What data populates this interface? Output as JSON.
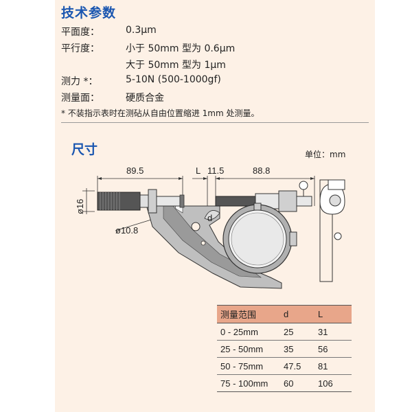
{
  "specs": {
    "title": "技术参数",
    "rows": [
      {
        "label": "平面度：",
        "value": "0.3μm"
      },
      {
        "label": "平行度：",
        "value": "小于 50mm 型为 0.6μm"
      },
      {
        "label": "",
        "value": "大于 50mm 型为 1μm"
      },
      {
        "label": "测力 *：",
        "value": "5-10N (500-1000gf)"
      },
      {
        "label": "测量面：",
        "value": "硬质合金"
      }
    ],
    "note": "* 不装指示表时在测砧从自由位置缩进 1mm 处测量。"
  },
  "dimensions": {
    "title": "尺寸",
    "unit": "单位：mm",
    "labels": {
      "left_length": "89.5",
      "l_mark": "L",
      "middle_length": "11.5",
      "right_length": "88.8",
      "sleeve_diameter": "ø16",
      "anvil_diameter": "ø10.8",
      "d_mark": "d"
    }
  },
  "range_table": {
    "headers": [
      "测量范围",
      "d",
      "L"
    ],
    "rows": [
      [
        "0 - 25mm",
        "25",
        "31"
      ],
      [
        "25 - 50mm",
        "35",
        "56"
      ],
      [
        "50 - 75mm",
        "47.5",
        "81"
      ],
      [
        "75 - 100mm",
        "60",
        "106"
      ]
    ]
  }
}
